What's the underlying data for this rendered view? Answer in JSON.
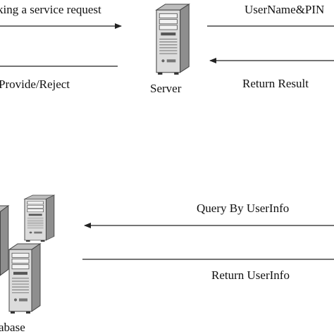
{
  "labels": {
    "request": "king a service request",
    "credentials": "UserName&PIN",
    "provide_reject": "Provide/Reject",
    "return_result": "Return Result",
    "server": "Server",
    "query": "Query By UserInfo",
    "return_userinfo": "Return UserInfo",
    "database": "abase"
  },
  "icons": {
    "server": "server-tower-icon",
    "database_left": "server-tower-icon",
    "database_back": "server-tower-icon",
    "database_front": "server-tower-icon"
  },
  "colors": {
    "arrow": "#222222",
    "tower_body": "#d8d8d8",
    "tower_shade": "#9a9a9a",
    "tower_front": "#ececec"
  }
}
